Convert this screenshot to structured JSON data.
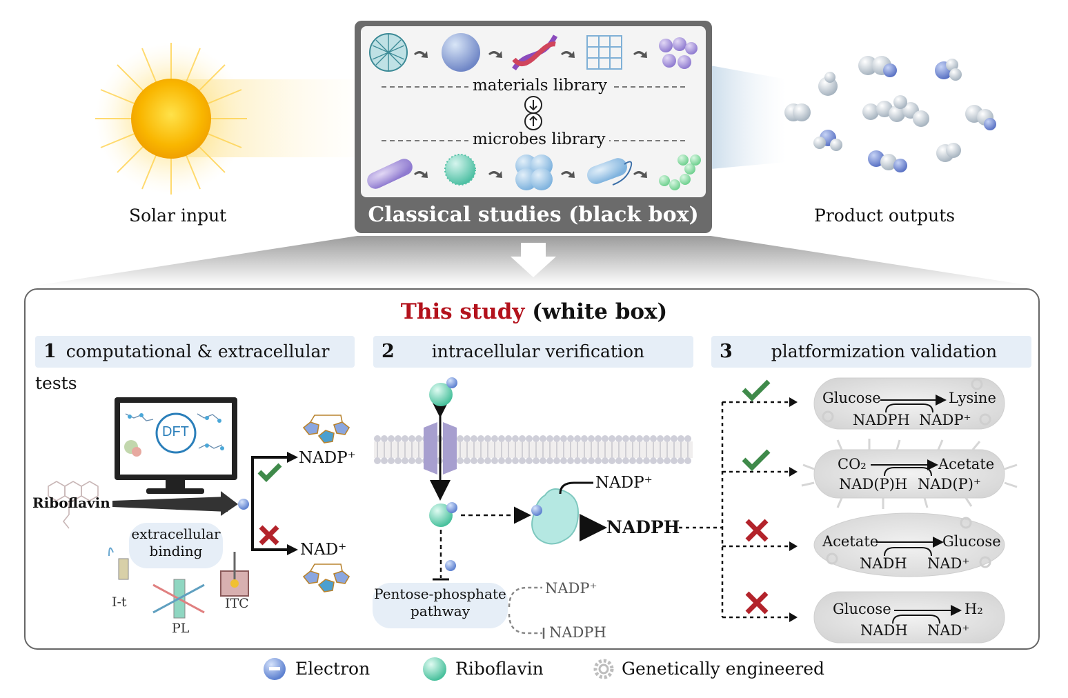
{
  "top": {
    "solar_label": "Solar input",
    "product_label": "Product outputs",
    "black_box_title": "Classical studies (black box)",
    "materials_label": "materials library",
    "microbes_label": "microbes library"
  },
  "main": {
    "title_red": "This study",
    "title_rest": " (white box)",
    "steps": [
      {
        "num": "1",
        "label": "computational & extracellular tests"
      },
      {
        "num": "2",
        "label": "intracellular verification"
      },
      {
        "num": "3",
        "label": "platformization validation"
      }
    ]
  },
  "panel1": {
    "dft_label": "DFT",
    "riboflavin_label": "Riboflavin",
    "binding_label_1": "extracellular",
    "binding_label_2": "binding",
    "nadp_label": "NADP⁺",
    "nad_label": "NAD⁺",
    "instrument_it": "I-t",
    "instrument_pl": "PL",
    "instrument_itc": "ITC"
  },
  "panel2": {
    "enzyme_nadp": "NADP⁺",
    "enzyme_nadph": "NADPH",
    "pathway_1": "Pentose-phosphate",
    "pathway_2": "pathway",
    "path_nadp": "NADP⁺",
    "path_nadph": "NADPH"
  },
  "panel3": {
    "cells": [
      {
        "left": "Glucose",
        "right": "Lysine",
        "cof_left": "NADPH",
        "cof_right": "NADP⁺",
        "result": "check"
      },
      {
        "left": "CO₂",
        "right": "Acetate",
        "cof_left": "NAD(P)H",
        "cof_right": "NAD(P)⁺",
        "result": "check"
      },
      {
        "left": "Acetate",
        "right": "Glucose",
        "cof_left": "NADH",
        "cof_right": "NAD⁺",
        "result": "cross"
      },
      {
        "left": "Glucose",
        "right": "H₂",
        "cof_left": "NADH",
        "cof_right": "NAD⁺",
        "result": "cross"
      }
    ]
  },
  "legend": {
    "electron": "Electron",
    "riboflavin": "Riboflavin",
    "engineered": "Genetically engineered"
  },
  "colors": {
    "check": "#3f8a4a",
    "cross": "#b3232b",
    "title_red": "#b3121c",
    "step_bg": "#e6eef7"
  }
}
